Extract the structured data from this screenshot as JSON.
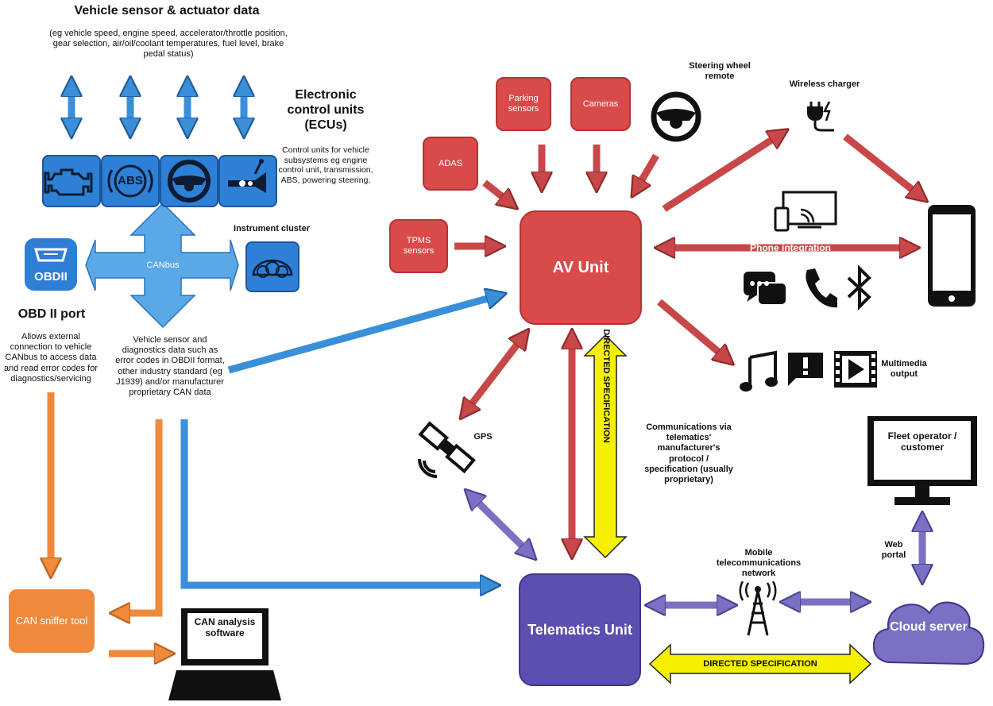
{
  "top": {
    "title": "Vehicle sensor & actuator data",
    "subtitle": "(eg vehicle speed, engine speed, accelerator/throttle position, gear selection, air/oil/coolant temperatures, fuel level, brake pedal status)"
  },
  "ecu": {
    "title": "Electronic control units (ECUs)",
    "desc": "Control units for vehicle subsystems eg engine control unit, transmission, ABS, powering steering,",
    "abs_label": "ABS"
  },
  "instrument_cluster": "Instrument cluster",
  "canbus": "CANbus",
  "obd": {
    "badge": "OBDII",
    "title": "OBD II port",
    "desc": "Allows external connection to vehicle CANbus to access data and read error codes for diagnostics/servicing"
  },
  "diag_desc": "Vehicle sensor and diagnostics data such as error codes in OBDII format, other industry standard (eg J1939) and/or manufacturer proprietary CAN data",
  "can_sniffer": "CAN sniffer tool",
  "can_analysis": "CAN analysis software",
  "sensors": {
    "parking": "Parking sensors",
    "cameras": "Cameras",
    "adas": "ADAS",
    "tpms": "TPMS sensors",
    "steering": "Steering wheel remote"
  },
  "av_unit": "AV Unit",
  "wireless_charger": "Wireless charger",
  "phone_integration": "Phone integration",
  "multimedia": "Multimedia output",
  "gps": "GPS",
  "directed_spec": "DIRECTED SPECIFICATION",
  "comms_desc": "Communications via telematics' manufacturer's protocol / specification (usually proprietary)",
  "fleet": "Fleet operator / customer",
  "web_portal": "Web portal",
  "mobile_network": "Mobile telecommunications network",
  "telematics_unit": "Telematics Unit",
  "cloud_server": "Cloud server",
  "colors": {
    "blue": "#3a8fd8",
    "red": "#c8484a",
    "purple": "#7a71c4",
    "orange": "#ef8a3d",
    "yellow": "#f4f000"
  }
}
